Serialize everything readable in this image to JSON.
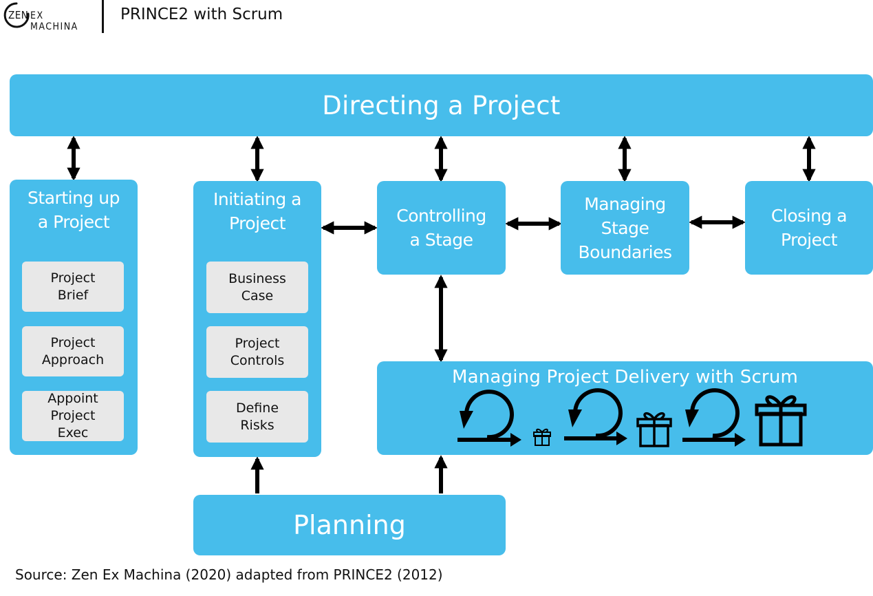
{
  "header": {
    "logo_zen": "ZEN",
    "logo_rest": "EX MACHINA",
    "title": "PRINCE2 with Scrum"
  },
  "diagram": {
    "directing": "Directing a Project",
    "starting_up": "Starting up\na Project",
    "starting_items": [
      "Project\nBrief",
      "Project\nApproach",
      "Appoint\nProject\nExec"
    ],
    "initiating": "Initiating a\nProject",
    "initiating_items": [
      "Business\nCase",
      "Project\nControls",
      "Define\nRisks"
    ],
    "controlling": "Controlling\na Stage",
    "managing_boundaries": "Managing\nStage\nBoundaries",
    "closing": "Closing a\nProject",
    "delivery": "Managing Project Delivery with Scrum",
    "planning": "Planning",
    "delivery_icons": [
      "sprint-cycle-icon",
      "gift-icon",
      "sprint-cycle-icon",
      "gift-icon",
      "sprint-cycle-icon",
      "gift-icon"
    ]
  },
  "colors": {
    "box": "#47bdeb",
    "item": "#e8e8e8",
    "text_light": "#ffffff",
    "arrow": "#000000"
  },
  "footer": {
    "source": "Source: Zen Ex Machina (2020) adapted from PRINCE2 (2012)"
  }
}
